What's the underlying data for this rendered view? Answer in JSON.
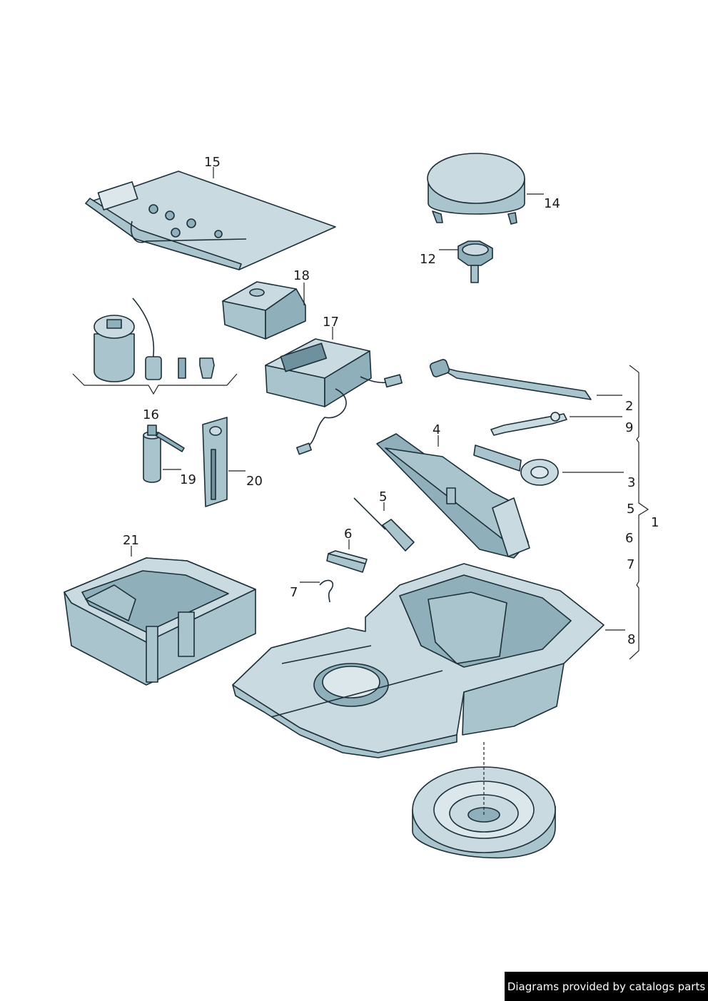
{
  "callouts": {
    "c1": "1",
    "c2": "2",
    "c3": "3",
    "c4": "4",
    "c5a": "5",
    "c5b": "5",
    "c6a": "6",
    "c6b": "6",
    "c7a": "7",
    "c7b": "7",
    "c8": "8",
    "c9": "9",
    "c12": "12",
    "c14": "14",
    "c15": "15",
    "c16": "16",
    "c17": "17",
    "c18": "18",
    "c19": "19",
    "c20": "20",
    "c21": "21"
  },
  "footer": {
    "credit": "Diagrams provided by catalogs parts"
  }
}
